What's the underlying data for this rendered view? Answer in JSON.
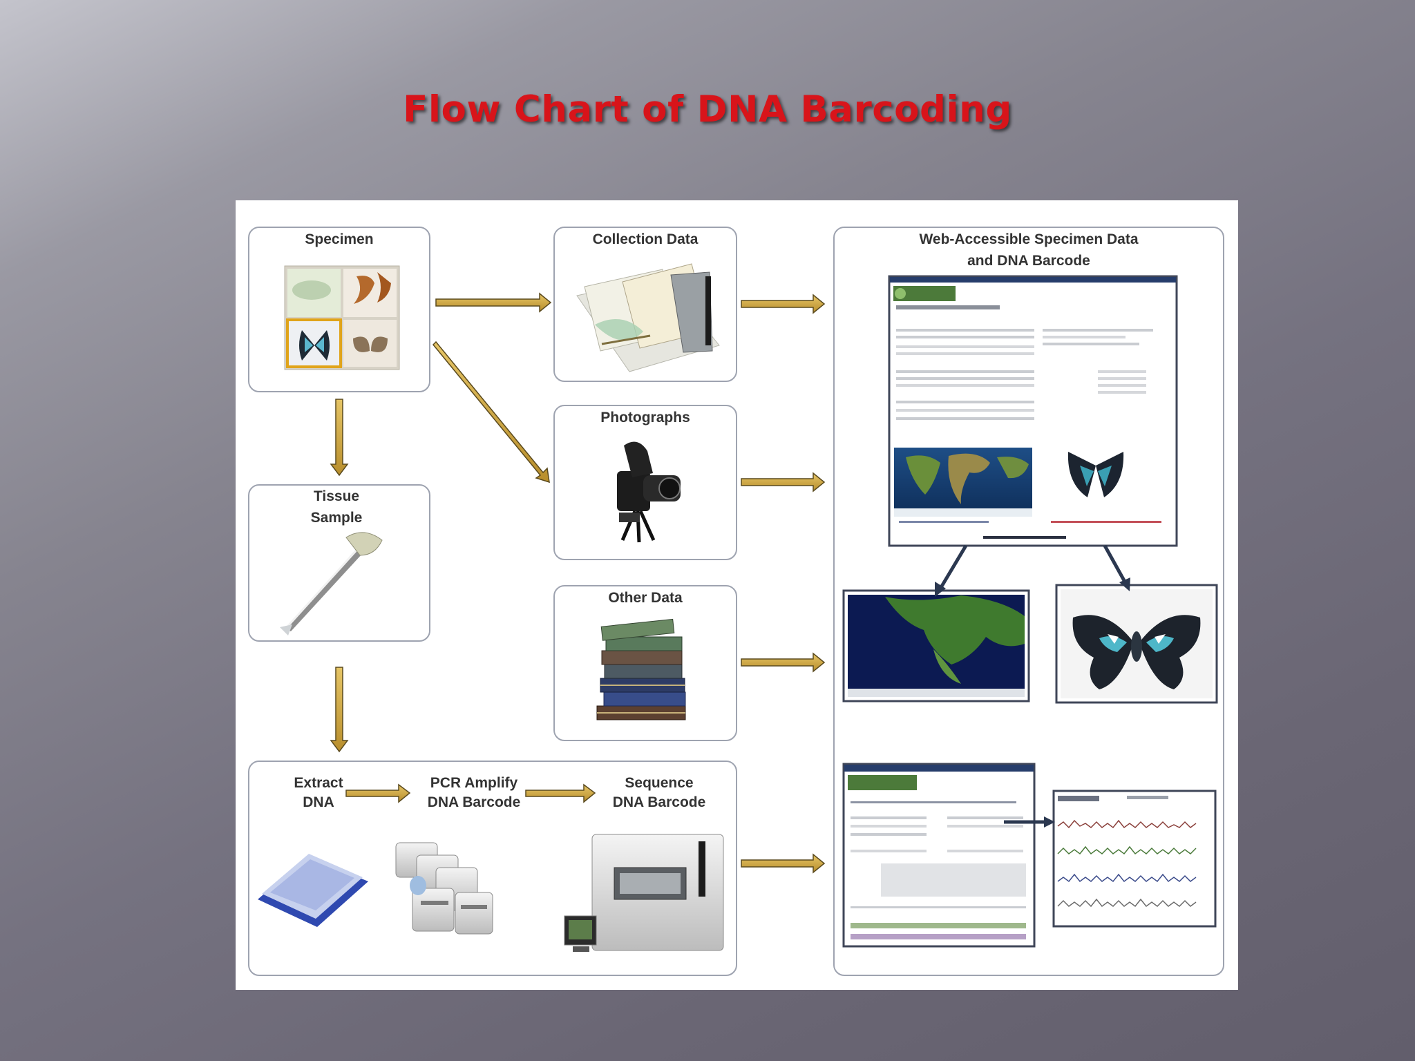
{
  "title": "Flow Chart of DNA Barcoding",
  "boxes": {
    "specimen": "Specimen",
    "tissue": [
      "Tissue",
      "Sample"
    ],
    "collection": "Collection Data",
    "photographs": "Photographs",
    "other": "Other Data",
    "web": [
      "Web-Accessible Specimen Data",
      "and DNA Barcode"
    ]
  },
  "lab_steps": {
    "extract": [
      "Extract",
      "DNA"
    ],
    "pcr": [
      "PCR Amplify",
      "DNA Barcode"
    ],
    "sequence": [
      "Sequence",
      "DNA Barcode"
    ]
  },
  "colors": {
    "title": "#d8141a",
    "box_border": "#9ea3b0",
    "arrow_fill": "#c9a13c",
    "arrow_stroke": "#5a4a1e",
    "dark_arrow": "#2b3850"
  }
}
